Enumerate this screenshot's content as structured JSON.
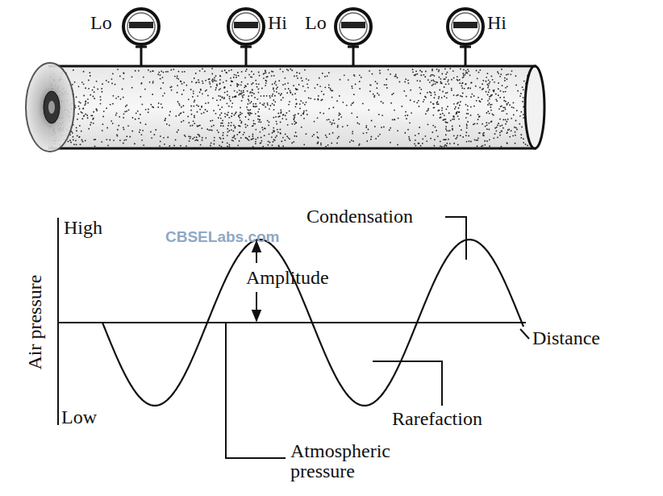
{
  "diagram": {
    "labels": [
      "Lo",
      "Hi",
      "Lo",
      "Hi",
      "CBSELabs.com",
      "High",
      "Low",
      "Air pressure",
      "Amplitude",
      "Condensation",
      "Distance",
      "Rarefaction",
      "Atmospheric pressure"
    ]
  }
}
